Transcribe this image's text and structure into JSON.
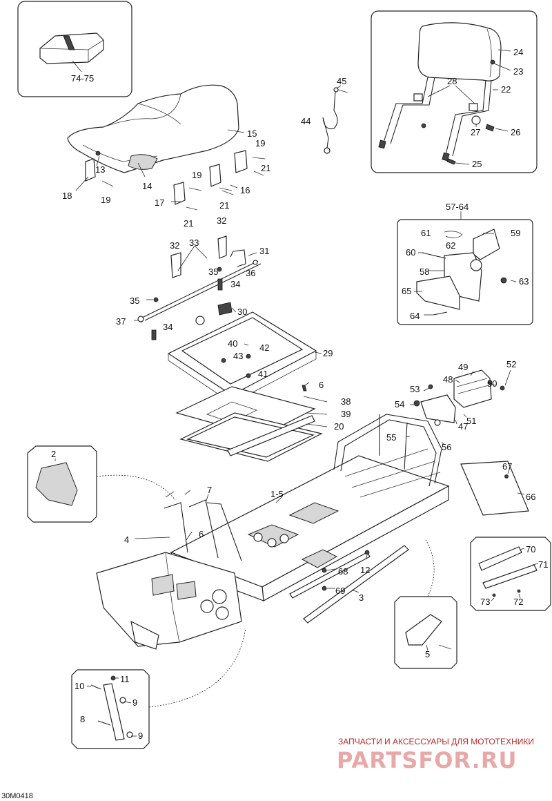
{
  "callouts": {
    "c1_5": "1-5",
    "c2": "2",
    "c3": "3",
    "c4": "4",
    "c5": "5",
    "c6a": "6",
    "c6b": "6",
    "c7": "7",
    "c8": "8",
    "c9a": "9",
    "c9b": "9",
    "c10": "10",
    "c11": "11",
    "c12": "12",
    "c13": "13",
    "c14": "14",
    "c15": "15",
    "c16": "16",
    "c17": "17",
    "c18": "18",
    "c19a": "19",
    "c19b": "19",
    "c19c": "19",
    "c20": "20",
    "c21a": "21",
    "c21b": "21",
    "c21c": "21",
    "c22": "22",
    "c23": "23",
    "c24": "24",
    "c25": "25",
    "c26": "26",
    "c27": "27",
    "c28": "28",
    "c29": "29",
    "c30": "30",
    "c31": "31",
    "c32a": "32",
    "c32b": "32",
    "c33": "33",
    "c34a": "34",
    "c34b": "34",
    "c35a": "35",
    "c35b": "35",
    "c36": "36",
    "c37": "37",
    "c38": "38",
    "c39": "39",
    "c40": "40",
    "c41": "41",
    "c42": "42",
    "c43": "43",
    "c44": "44",
    "c45": "45",
    "c47": "47",
    "c48": "48",
    "c49": "49",
    "c50": "50",
    "c51": "51",
    "c52": "52",
    "c53": "53",
    "c54": "54",
    "c55": "55",
    "c56": "56",
    "c57_64": "57-64",
    "c58": "58",
    "c59": "59",
    "c60": "60",
    "c61": "61",
    "c62": "62",
    "c63": "63",
    "c64": "64",
    "c65": "65",
    "c66": "66",
    "c67": "67",
    "c68": "68",
    "c69": "69",
    "c70": "70",
    "c71": "71",
    "c72": "72",
    "c73": "73",
    "c74_75": "74-75"
  },
  "drawing_code": "30M0418",
  "watermark": {
    "tagline": "ЗАПЧАСТИ И АКСЕССУАРЫ ДЛЯ МОТОТЕХНИКИ",
    "logo": "PARTSFOR.RU"
  }
}
